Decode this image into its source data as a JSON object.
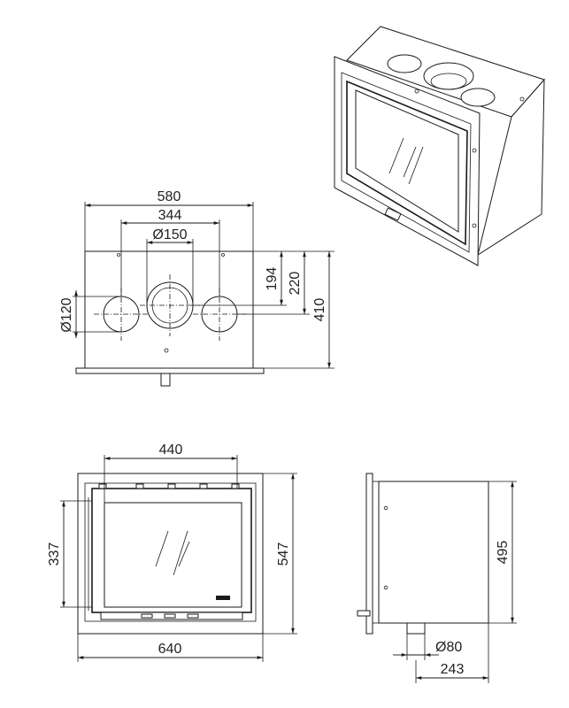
{
  "dimensions": {
    "top_width": "580",
    "collar_spacing": "344",
    "collar_diameter": "Ø150",
    "side_collar_diameter": "Ø120",
    "depth_194": "194",
    "depth_220": "220",
    "depth_410": "410",
    "glass_width": "440",
    "glass_height": "337",
    "front_height": "547",
    "front_width": "640",
    "side_height": "495",
    "air_inlet_diameter": "Ø80",
    "air_inlet_offset": "243"
  }
}
